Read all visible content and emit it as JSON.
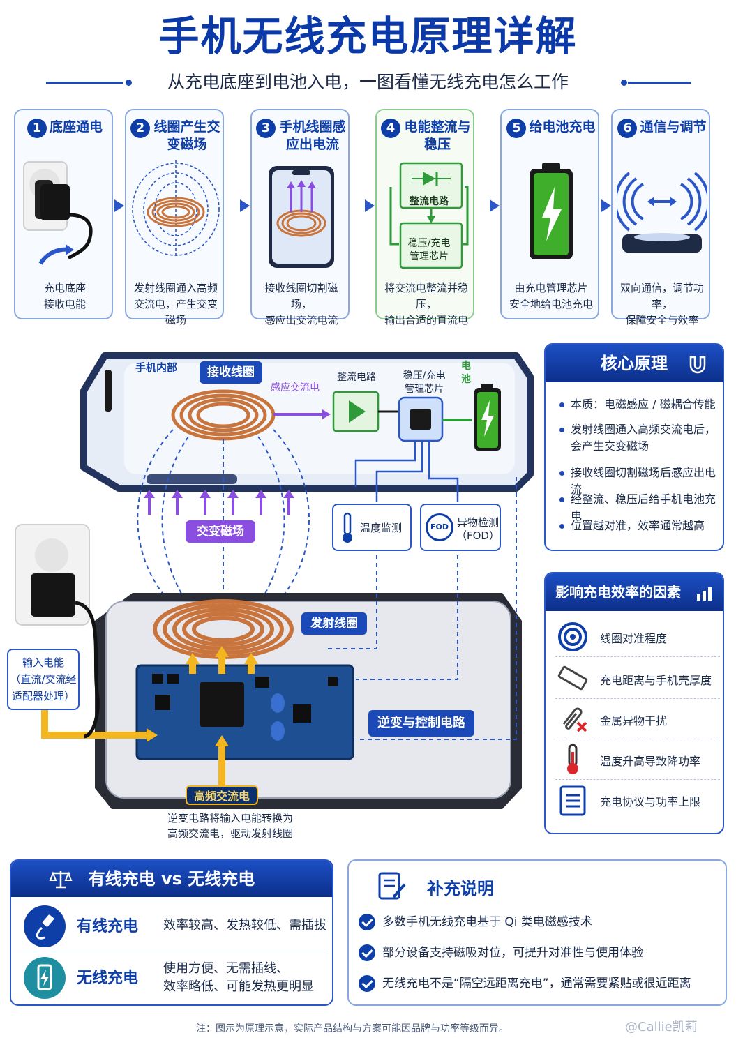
{
  "title": "手机无线充电原理详解",
  "subtitle": "从充电底座到电池入电，一图看懂无线充电怎么工作",
  "steps": [
    {
      "num": "1",
      "title": "底座通电",
      "desc": "充电底座\n接收电能"
    },
    {
      "num": "2",
      "title": "线圈产生交变磁场",
      "desc": "发射线圈通入高频\n交流电，产生交变磁场"
    },
    {
      "num": "3",
      "title": "手机线圈感应出电流",
      "desc": "接收线圈切割磁场，\n感应出交流电流"
    },
    {
      "num": "4",
      "title": "电能整流与稳压",
      "desc": "将交流电整流并稳压，\n输出合适的直流电",
      "box1": "整流电路",
      "box2": "稳压/充电\n管理芯片"
    },
    {
      "num": "5",
      "title": "给电池充电",
      "desc": "由充电管理芯片\n安全地给电池充电"
    },
    {
      "num": "6",
      "title": "通信与调节",
      "desc": "双向通信，调节功率，\n保障安全与效率"
    }
  ],
  "diagram": {
    "phone_inside": "手机内部",
    "receive_coil": "接收线圈",
    "induced_ac": "感应交流电",
    "rectifier": "整流电路",
    "regulator": "稳压/充电\n管理芯片",
    "battery": "电\n池",
    "alt_field": "交变磁场",
    "temp_monitor": "温度监测",
    "fod": "异物检测\n（FOD）",
    "fod_icon": "FOD",
    "transmit_coil": "发射线圈",
    "inverter": "逆变与控制电路",
    "input_power": "输入电能\n（直流/交流经\n适配器处理）",
    "hf_ac": "高频交流电",
    "hf_desc": "逆变电路将输入电能转换为\n高频交流电，驱动发射线圈"
  },
  "core": {
    "title": "核心原理",
    "items": [
      "本质：电磁感应 / 磁耦合传能",
      "发射线圈通入高频交流电后，\n会产生交变磁场",
      "接收线圈切割磁场后感应出电流",
      "经整流、稳压后给手机电池充电",
      "位置越对准，效率通常越高"
    ]
  },
  "factors": {
    "title": "影响充电效率的因素",
    "items": [
      "线圈对准程度",
      "充电距离与手机壳厚度",
      "金属异物干扰",
      "温度升高导致降功率",
      "充电协议与功率上限"
    ]
  },
  "compare": {
    "title": "有线充电 vs 无线充电",
    "rows": [
      {
        "name": "有线充电",
        "desc": "效率较高、发热较低、需插拔"
      },
      {
        "name": "无线充电",
        "desc": "使用方便、无需插线、\n效率略低、可能发热更明显"
      }
    ]
  },
  "supplement": {
    "title": "补充说明",
    "items": [
      "多数手机无线充电基于 Qi 类电磁感技术",
      "部分设备支持磁吸对位，可提升对准性与使用体验",
      "无线充电不是“隔空远距离充电”，通常需要紧贴或很近距离"
    ]
  },
  "footnote": "注：图示为原理示意，实际产品结构与方案可能因品牌与功率等级而异。",
  "watermark": "@Callie凯莉",
  "colors": {
    "primary": "#0e3ea8",
    "accent_purple": "#8a4fe0",
    "copper": "#c8743c",
    "green": "#2f9a3a",
    "gold": "#f3b61f"
  }
}
